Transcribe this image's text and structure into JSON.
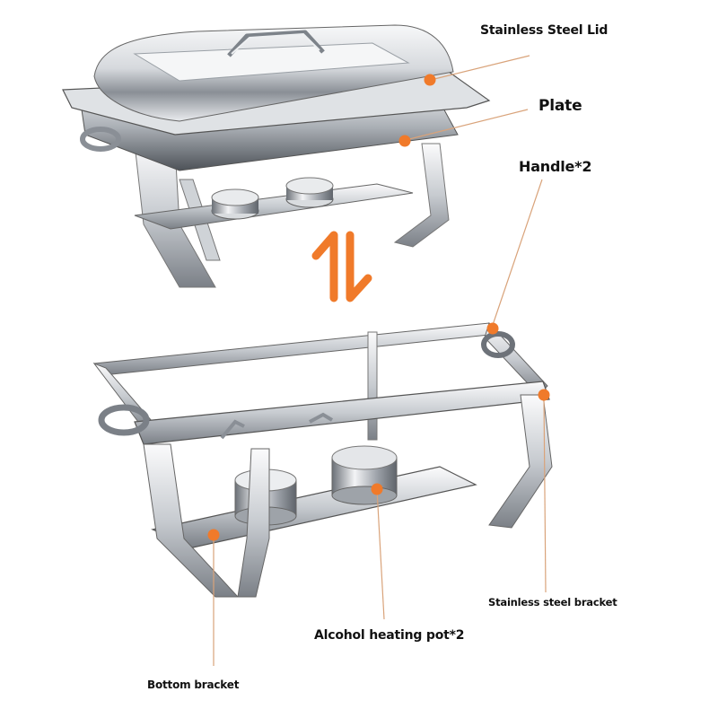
{
  "labels": {
    "lid": "Stainless Steel Lid",
    "plate": "Plate",
    "handle": "Handle*2",
    "stainless_bracket": "Stainless steel bracket",
    "alcohol_pot": "Alcohol heating pot*2",
    "bottom_bracket": "Bottom bracket"
  },
  "colors": {
    "accent": "#f07a2a",
    "leader_line": "#d9a37a",
    "steel_light": "#eef0f2",
    "steel_mid": "#b9bec4",
    "steel_dark": "#5a5f66"
  }
}
